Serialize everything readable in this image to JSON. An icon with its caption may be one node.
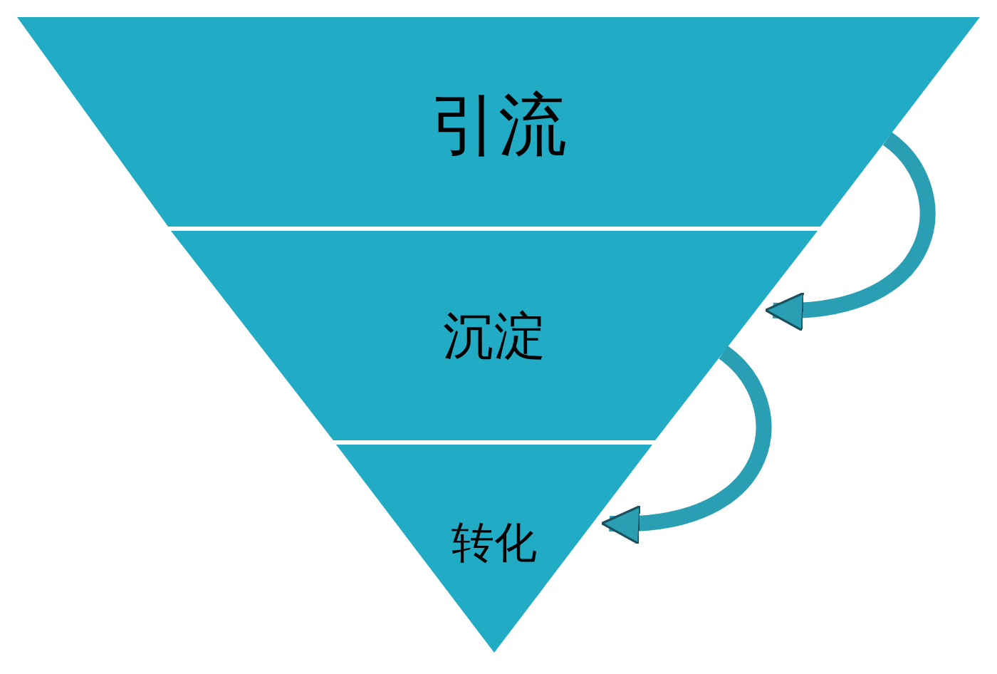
{
  "diagram": {
    "nodes": [
      {
        "text": [
          "引流"
        ]
      },
      {
        "text": [
          "沉淀"
        ]
      },
      {
        "text": [
          "转化"
        ]
      }
    ],
    "edges": [
      {
        "from": 0,
        "to": 1,
        "arrow": "to"
      },
      {
        "from": 1,
        "to": 2,
        "arrow": "to"
      }
    ]
  }
}
